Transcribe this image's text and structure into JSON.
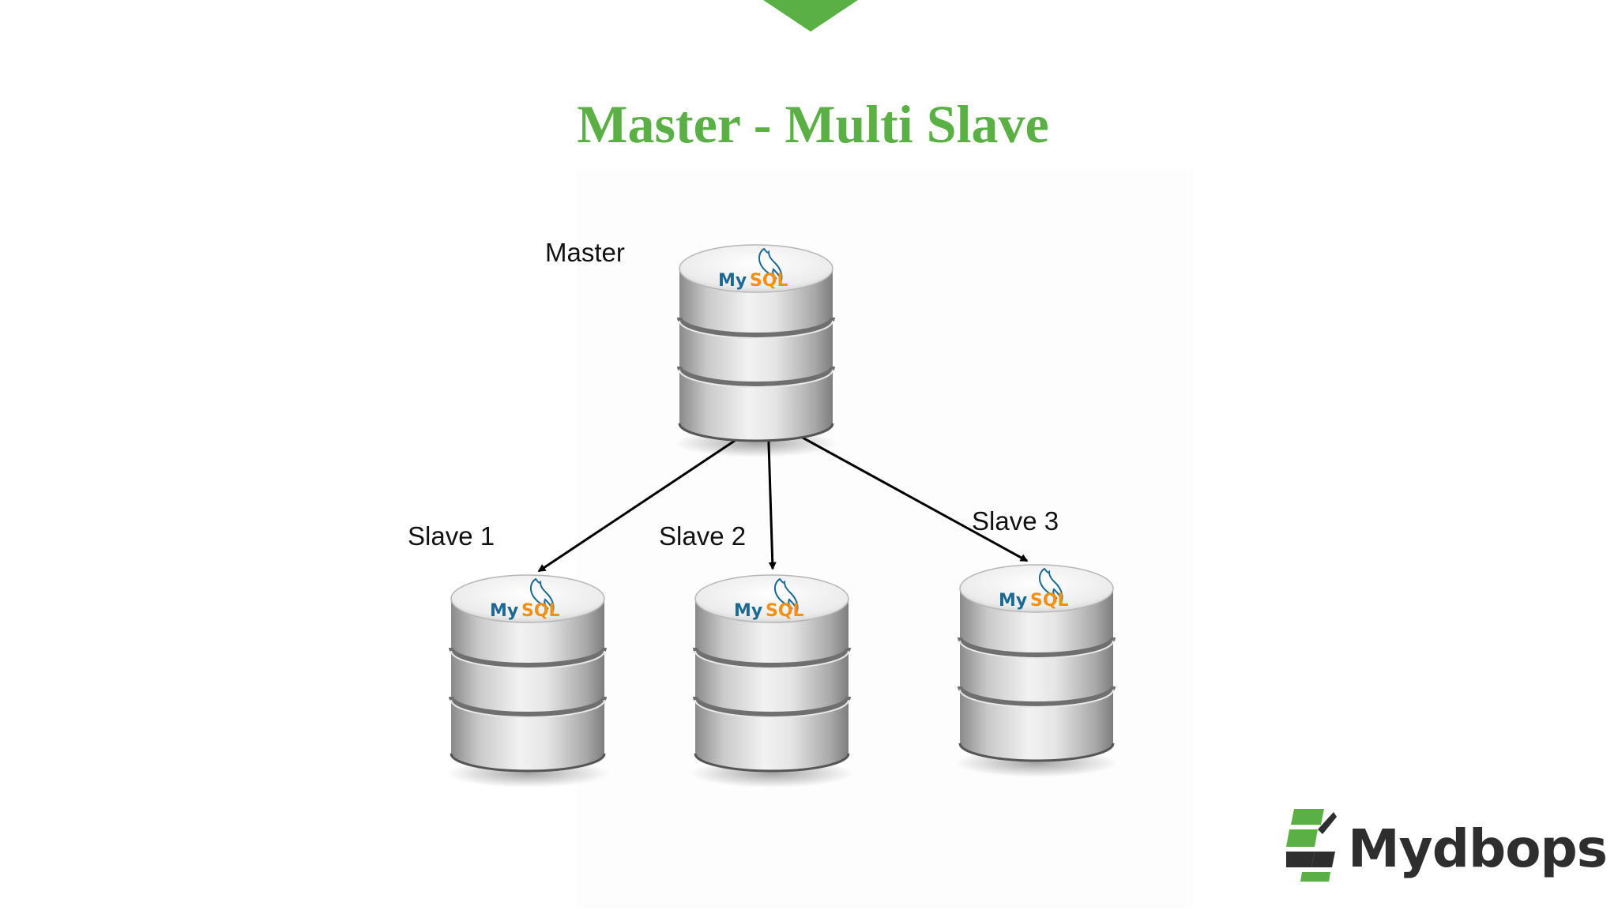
{
  "title": "Master - Multi Slave",
  "colors": {
    "accent": "#5ab045",
    "logo_dark": "#2e2e2e",
    "mysql_blue": "#1c6a93",
    "mysql_orange": "#f29111"
  },
  "nodes": {
    "master": {
      "label": "Master",
      "brand": {
        "prefix": "My",
        "suffix": "SQL"
      }
    },
    "slave1": {
      "label": "Slave 1",
      "brand": {
        "prefix": "My",
        "suffix": "SQL"
      }
    },
    "slave2": {
      "label": "Slave 2",
      "brand": {
        "prefix": "My",
        "suffix": "SQL"
      }
    },
    "slave3": {
      "label": "Slave 3",
      "brand": {
        "prefix": "My",
        "suffix": "SQL"
      }
    }
  },
  "edges": [
    {
      "from": "master",
      "to": "slave1"
    },
    {
      "from": "master",
      "to": "slave2"
    },
    {
      "from": "master",
      "to": "slave3"
    }
  ],
  "logo": {
    "text": "Mydbops",
    "icon": "mydbops-logo-icon"
  },
  "icons": {
    "top_marker": "triangle-down-icon",
    "database": "database-cylinder-icon",
    "mysql": "mysql-dolphin-icon"
  }
}
